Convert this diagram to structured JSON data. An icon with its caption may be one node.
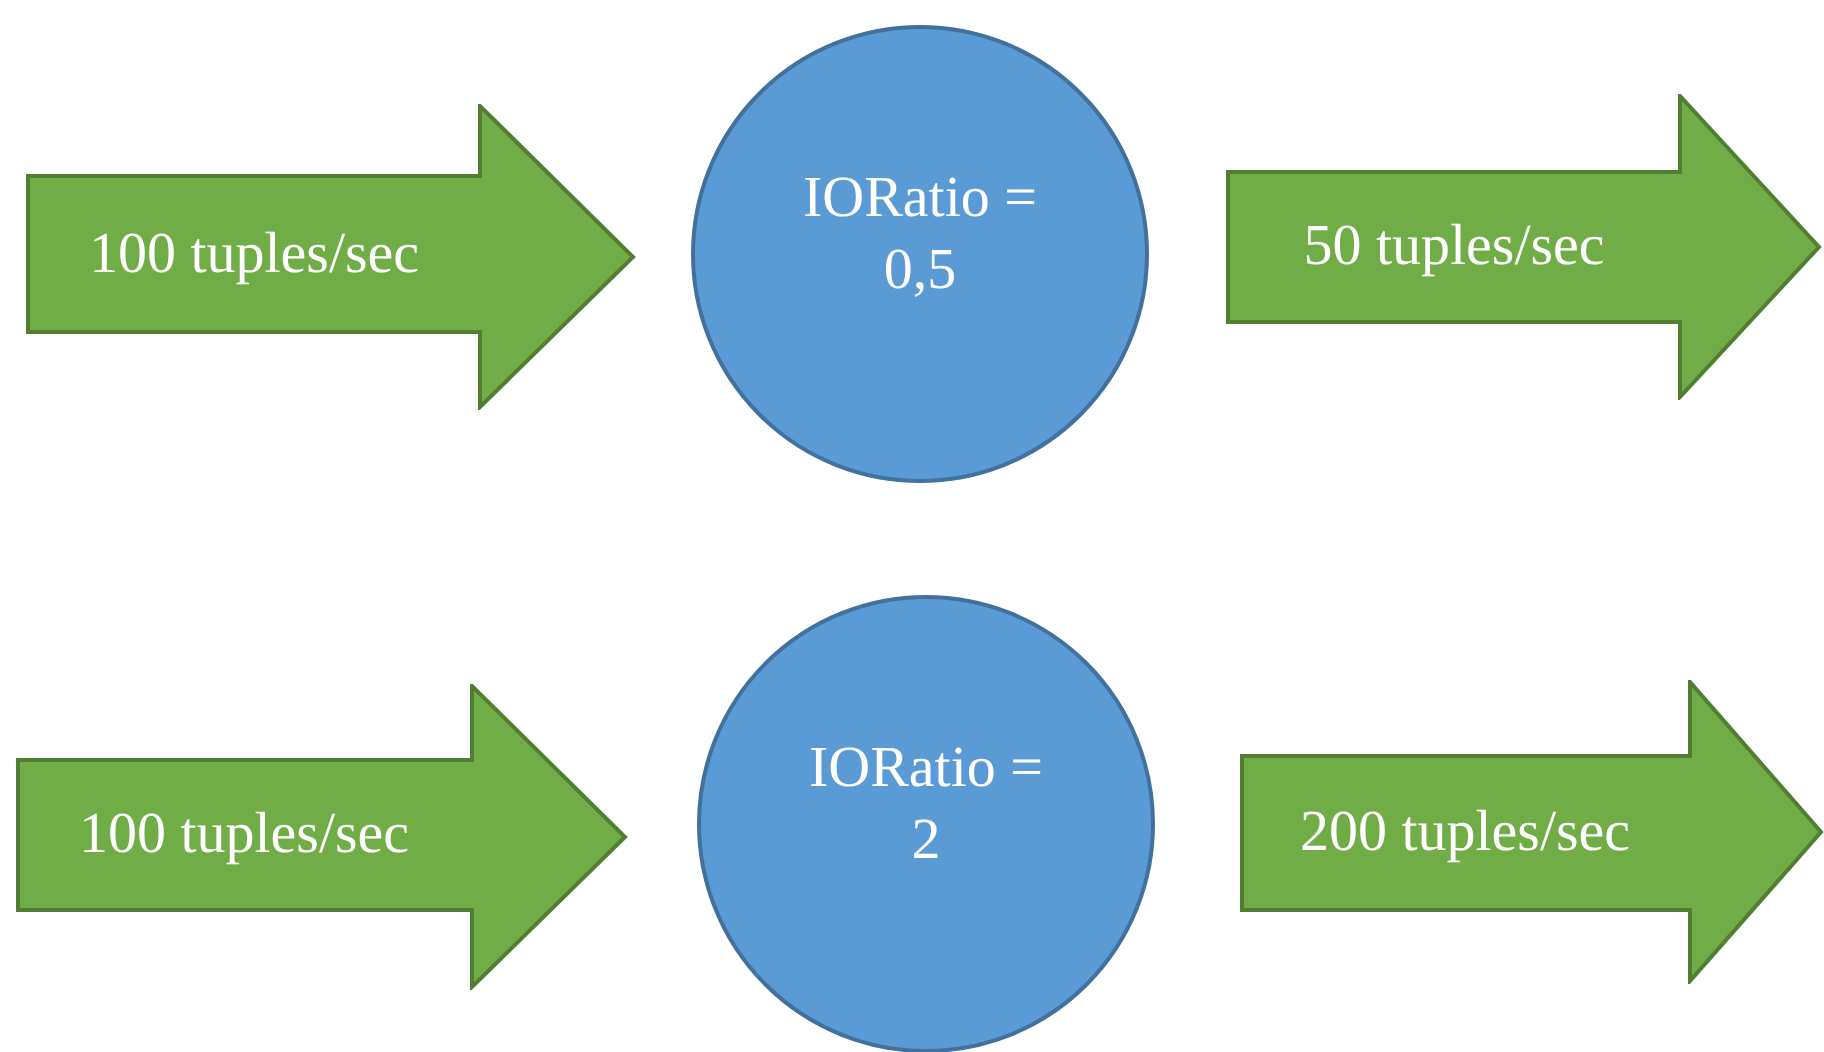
{
  "diagram": {
    "nodes": [
      {
        "text": [
          "100 tuples/sec"
        ]
      },
      {
        "text": [
          "IORatio = 0,5"
        ]
      },
      {
        "text": [
          "50 tuples/sec"
        ]
      },
      {
        "text": [
          "100 tuples/sec"
        ]
      },
      {
        "text": [
          "IORatio = 2"
        ]
      },
      {
        "text": [
          "200 tuples/sec"
        ]
      }
    ]
  }
}
